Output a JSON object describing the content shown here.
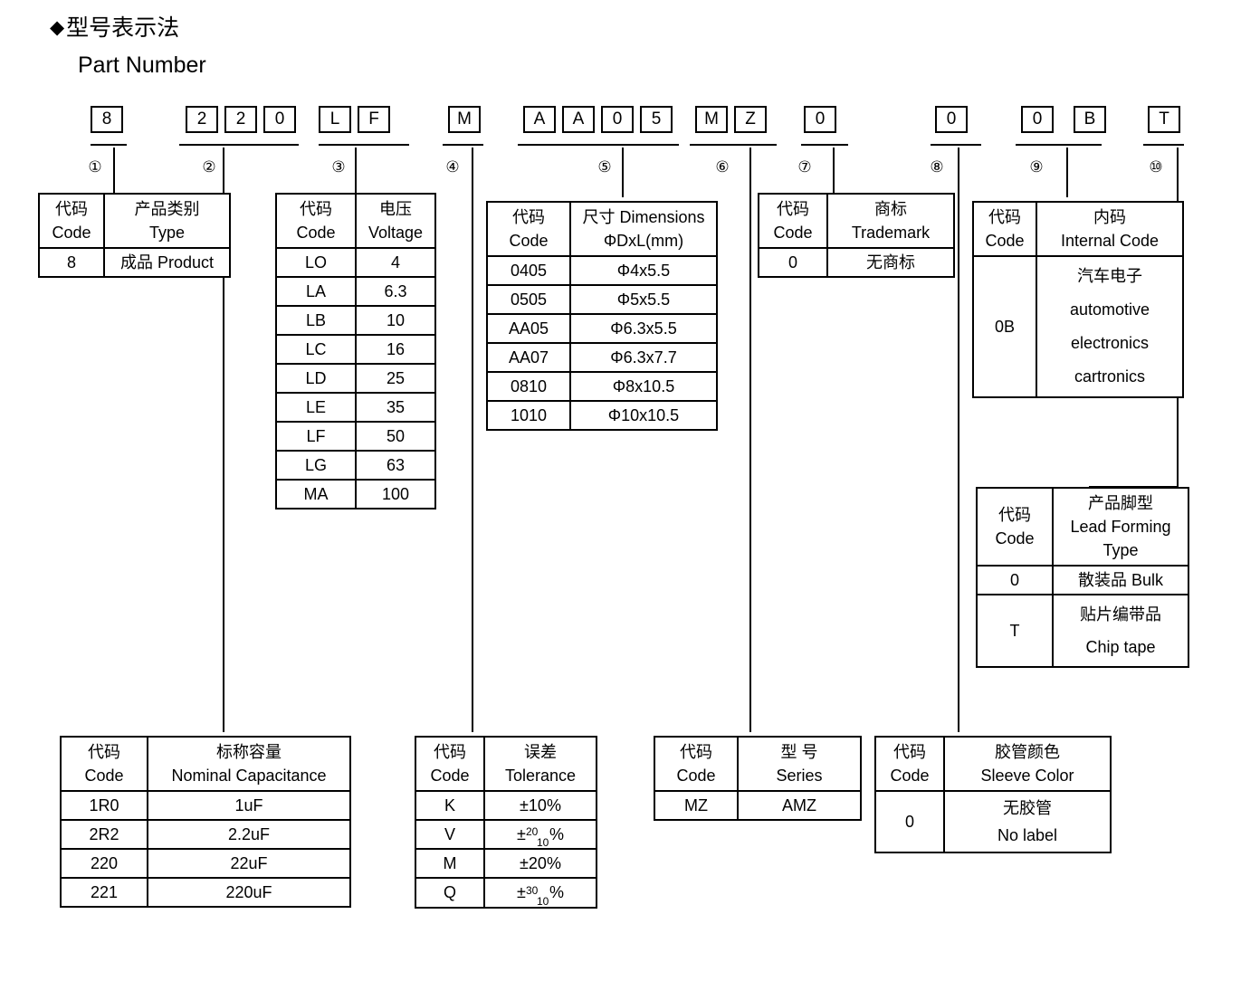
{
  "heading": {
    "diamond": "◆",
    "title_cn": "型号表示法",
    "title_en": "Part Number"
  },
  "part_number": {
    "groups": [
      {
        "index": "①",
        "chars": [
          "8"
        ]
      },
      {
        "index": "②",
        "chars": [
          "2",
          "2",
          "0"
        ]
      },
      {
        "index": "③",
        "chars": [
          "L",
          "F"
        ]
      },
      {
        "index": "④",
        "chars": [
          "M"
        ]
      },
      {
        "index": "⑤",
        "chars": [
          "A",
          "A",
          "0",
          "5"
        ]
      },
      {
        "index": "⑥",
        "chars": [
          "M",
          "Z"
        ]
      },
      {
        "index": "⑦",
        "chars": [
          "0"
        ]
      },
      {
        "index": "⑧",
        "chars": [
          "0"
        ]
      },
      {
        "index": "⑨",
        "chars": [
          "0",
          "B"
        ]
      },
      {
        "index": "⑩",
        "chars": [
          "T"
        ]
      }
    ]
  },
  "labels": {
    "code_cn": "代码",
    "code_en": "Code"
  },
  "tables": {
    "type": {
      "header_cn": "产品类别",
      "header_en": "Type",
      "rows": [
        {
          "code": "8",
          "value": "成品 Product"
        }
      ]
    },
    "voltage": {
      "header_cn": "电压",
      "header_en": "Voltage",
      "rows": [
        {
          "code": "LO",
          "value": "4"
        },
        {
          "code": "LA",
          "value": "6.3"
        },
        {
          "code": "LB",
          "value": "10"
        },
        {
          "code": "LC",
          "value": "16"
        },
        {
          "code": "LD",
          "value": "25"
        },
        {
          "code": "LE",
          "value": "35"
        },
        {
          "code": "LF",
          "value": "50"
        },
        {
          "code": "LG",
          "value": "63"
        },
        {
          "code": "MA",
          "value": "100"
        }
      ]
    },
    "dimensions": {
      "header_cn": "尺寸 Dimensions",
      "header_en": "ΦDxL(mm)",
      "rows": [
        {
          "code": "0405",
          "value": "Φ4x5.5"
        },
        {
          "code": "0505",
          "value": "Φ5x5.5"
        },
        {
          "code": "AA05",
          "value": "Φ6.3x5.5"
        },
        {
          "code": "AA07",
          "value": "Φ6.3x7.7"
        },
        {
          "code": "0810",
          "value": "Φ8x10.5"
        },
        {
          "code": "1010",
          "value": "Φ10x10.5"
        }
      ]
    },
    "trademark": {
      "header_cn": "商标",
      "header_en": "Trademark",
      "rows": [
        {
          "code": "0",
          "value": "无商标"
        }
      ]
    },
    "internal_code": {
      "header_cn": "内码",
      "header_en": "Internal Code",
      "rows": [
        {
          "code": "0B",
          "line1": "汽车电子",
          "line2": "automotive",
          "line3": "electronics",
          "line4": "cartronics"
        }
      ]
    },
    "lead_forming": {
      "header_cn": "产品脚型",
      "header_en": "Lead Forming",
      "header_en2": "Type",
      "rows": [
        {
          "code": "0",
          "value": "散装品 Bulk"
        },
        {
          "code": "T",
          "line1": "贴片编带品",
          "line2": "Chip tape"
        }
      ]
    },
    "capacitance": {
      "header_cn": "标称容量",
      "header_en": "Nominal Capacitance",
      "rows": [
        {
          "code": "1R0",
          "value": "1uF"
        },
        {
          "code": "2R2",
          "value": "2.2uF"
        },
        {
          "code": "220",
          "value": "22uF"
        },
        {
          "code": "221",
          "value": "220uF"
        }
      ]
    },
    "tolerance": {
      "header_cn": "误差",
      "header_en": "Tolerance",
      "rows": [
        {
          "code": "K",
          "value": "±10%"
        },
        {
          "code": "V",
          "value": "±",
          "sup": "20",
          "sub": "10",
          "unit": "%"
        },
        {
          "code": "M",
          "value": "±20%"
        },
        {
          "code": "Q",
          "value": "±",
          "sup": "30",
          "sub": "10",
          "unit": "%"
        }
      ]
    },
    "series": {
      "header_cn": "型 号",
      "header_en": "Series",
      "rows": [
        {
          "code": "MZ",
          "value": "AMZ"
        }
      ]
    },
    "sleeve_color": {
      "header_cn": "胶管颜色",
      "header_en": "Sleeve Color",
      "rows": [
        {
          "code": "0",
          "line1": "无胶管",
          "line2": "No label"
        }
      ]
    }
  }
}
